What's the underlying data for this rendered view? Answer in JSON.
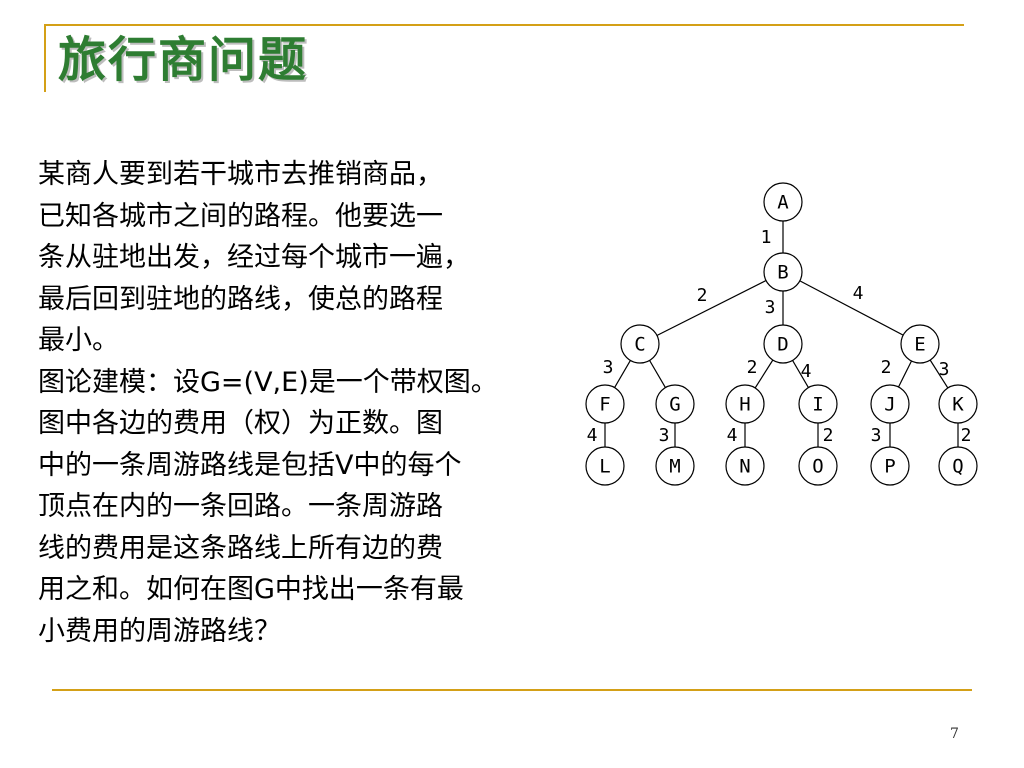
{
  "slide": {
    "title": "旅行商问题",
    "page_number": "7",
    "colors": {
      "title": "#2e7d32",
      "rule": "#d4a017",
      "text": "#000000"
    },
    "body_lines": [
      "某商人要到若干城市去推销商品，",
      "已知各城市之间的路程。他要选一",
      "条从驻地出发，经过每个城市一遍，",
      "最后回到驻地的路线，使总的路程",
      "最小。",
      "图论建模：设G=(V,E)是一个带权图。",
      "图中各边的费用（权）为正数。图",
      "中的一条周游路线是包括V中的每个",
      "顶点在内的一条回路。一条周游路",
      "线的费用是这条路线上所有边的费",
      "用之和。如何在图G中找出一条有最",
      "小费用的周游路线？"
    ]
  },
  "tree": {
    "nodes": [
      "A",
      "B",
      "C",
      "D",
      "E",
      "F",
      "G",
      "H",
      "I",
      "J",
      "K",
      "L",
      "M",
      "N",
      "O",
      "P",
      "Q"
    ],
    "edges": [
      {
        "from": "A",
        "to": "B",
        "weight": "1"
      },
      {
        "from": "B",
        "to": "C",
        "weight": "2"
      },
      {
        "from": "B",
        "to": "D",
        "weight": "3"
      },
      {
        "from": "B",
        "to": "E",
        "weight": "4"
      },
      {
        "from": "C",
        "to": "F",
        "weight": "3"
      },
      {
        "from": "C",
        "to": "G",
        "weight": ""
      },
      {
        "from": "D",
        "to": "H",
        "weight": "2"
      },
      {
        "from": "D",
        "to": "I",
        "weight": "4"
      },
      {
        "from": "E",
        "to": "J",
        "weight": "2"
      },
      {
        "from": "E",
        "to": "K",
        "weight": "3"
      },
      {
        "from": "F",
        "to": "L",
        "weight": "4"
      },
      {
        "from": "G",
        "to": "M",
        "weight": "3"
      },
      {
        "from": "H",
        "to": "N",
        "weight": "4"
      },
      {
        "from": "I",
        "to": "O",
        "weight": "2"
      },
      {
        "from": "J",
        "to": "P",
        "weight": "3"
      },
      {
        "from": "K",
        "to": "Q",
        "weight": "2"
      }
    ]
  }
}
